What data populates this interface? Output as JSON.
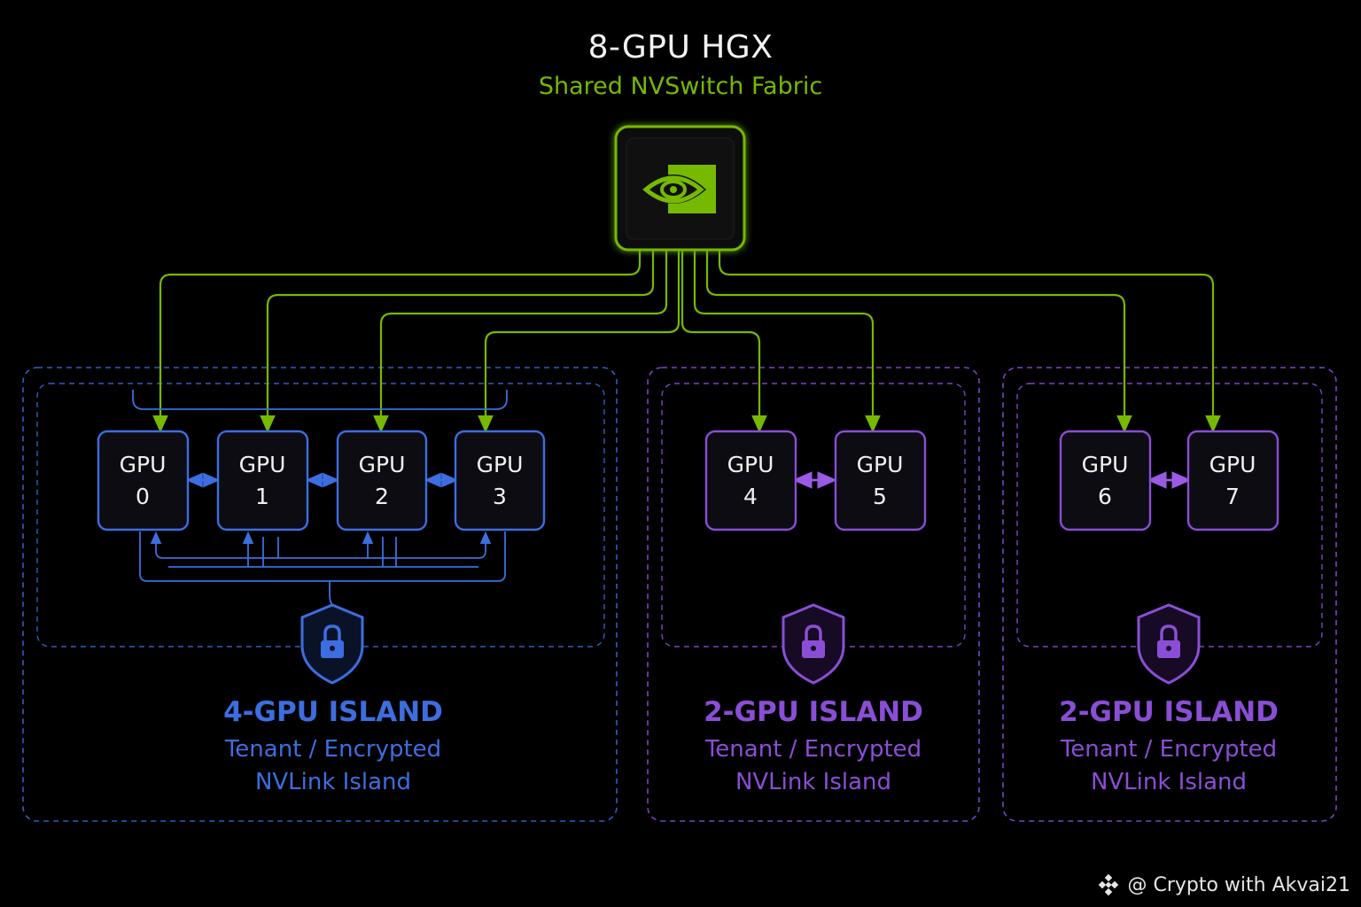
{
  "header": {
    "title": "8-GPU HGX",
    "subtitle": "Shared NVSwitch Fabric"
  },
  "switch": {
    "icon": "nvidia-logo-icon"
  },
  "islands": [
    {
      "label": "4-GPU ISLAND",
      "desc_line1": "Tenant / Encrypted",
      "desc_line2": "NVLink Island",
      "color": "#3d6ee0",
      "lock_icon": "shield-lock-icon"
    },
    {
      "label": "2-GPU ISLAND",
      "desc_line1": "Tenant / Encrypted",
      "desc_line2": "NVLink Island",
      "color": "#8a4ed6",
      "lock_icon": "shield-lock-icon"
    },
    {
      "label": "2-GPU ISLAND",
      "desc_line1": "Tenant / Encrypted",
      "desc_line2": "NVLink Island",
      "color": "#8a4ed6",
      "lock_icon": "shield-lock-icon"
    }
  ],
  "gpus": [
    {
      "line1": "GPU",
      "line2": "0"
    },
    {
      "line1": "GPU",
      "line2": "1"
    },
    {
      "line1": "GPU",
      "line2": "2"
    },
    {
      "line1": "GPU",
      "line2": "3"
    },
    {
      "line1": "GPU",
      "line2": "4"
    },
    {
      "line1": "GPU",
      "line2": "5"
    },
    {
      "line1": "GPU",
      "line2": "6"
    },
    {
      "line1": "GPU",
      "line2": "7"
    }
  ],
  "colors": {
    "nvswitch_green": "#76b900",
    "island_blue": "#3d6ee0",
    "island_purple": "#8a4ed6"
  },
  "watermark": {
    "text": "@ Crypto with Akvai21",
    "icon": "binance-diamond-icon"
  }
}
